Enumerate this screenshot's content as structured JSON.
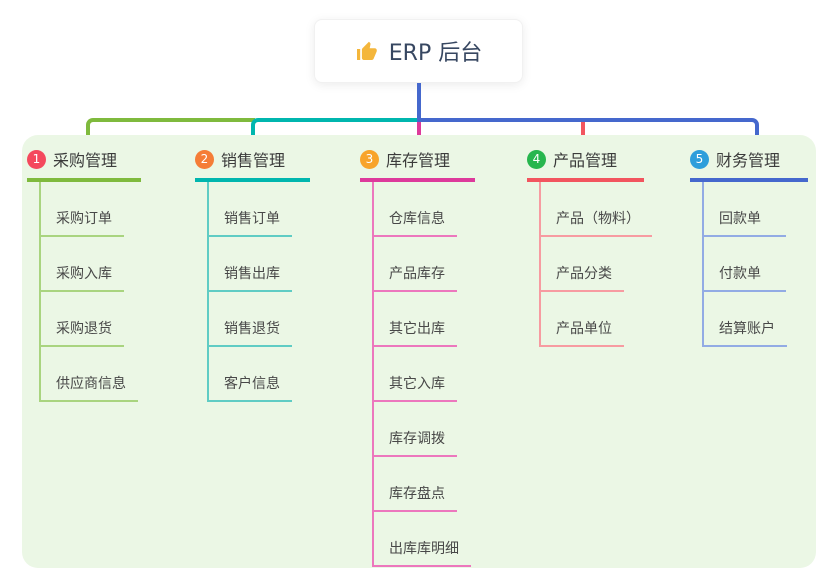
{
  "root": {
    "icon": "thumbs-up-icon",
    "label": "ERP 后台"
  },
  "colors": {
    "blue": "#4568cd",
    "teal": "#00b6ae",
    "green": "#7fba3d",
    "magenta": "#dd3a9b",
    "red": "#f2555f",
    "panel": "#ebf7e5",
    "card_text": "#374761",
    "thumb": "#f4b63b"
  },
  "branches": [
    {
      "num": "1",
      "title": "采购管理",
      "circle_color": "#f4495d",
      "line_color": "#7fba3d",
      "child_line_color": "#a9d47f",
      "children": [
        "采购订单",
        "采购入库",
        "采购退货",
        "供应商信息"
      ]
    },
    {
      "num": "2",
      "title": "销售管理",
      "circle_color": "#f57d37",
      "line_color": "#00b6ae",
      "child_line_color": "#5fccc4",
      "children": [
        "销售订单",
        "销售出库",
        "销售退货",
        "客户信息"
      ]
    },
    {
      "num": "3",
      "title": "库存管理",
      "circle_color": "#f8a42a",
      "line_color": "#dd3a9b",
      "child_line_color": "#ec77bd",
      "children": [
        "仓库信息",
        "产品库存",
        "其它出库",
        "其它入库",
        "库存调拨",
        "库存盘点",
        "出库库明细"
      ]
    },
    {
      "num": "4",
      "title": "产品管理",
      "circle_color": "#27b64e",
      "line_color": "#f2555f",
      "child_line_color": "#f79ba1",
      "children": [
        "产品（物料）",
        "产品分类",
        "产品单位"
      ]
    },
    {
      "num": "5",
      "title": "财务管理",
      "circle_color": "#2d9edb",
      "line_color": "#4568cd",
      "child_line_color": "#92abe4",
      "children": [
        "回款单",
        "付款单",
        "结算账户"
      ]
    }
  ]
}
